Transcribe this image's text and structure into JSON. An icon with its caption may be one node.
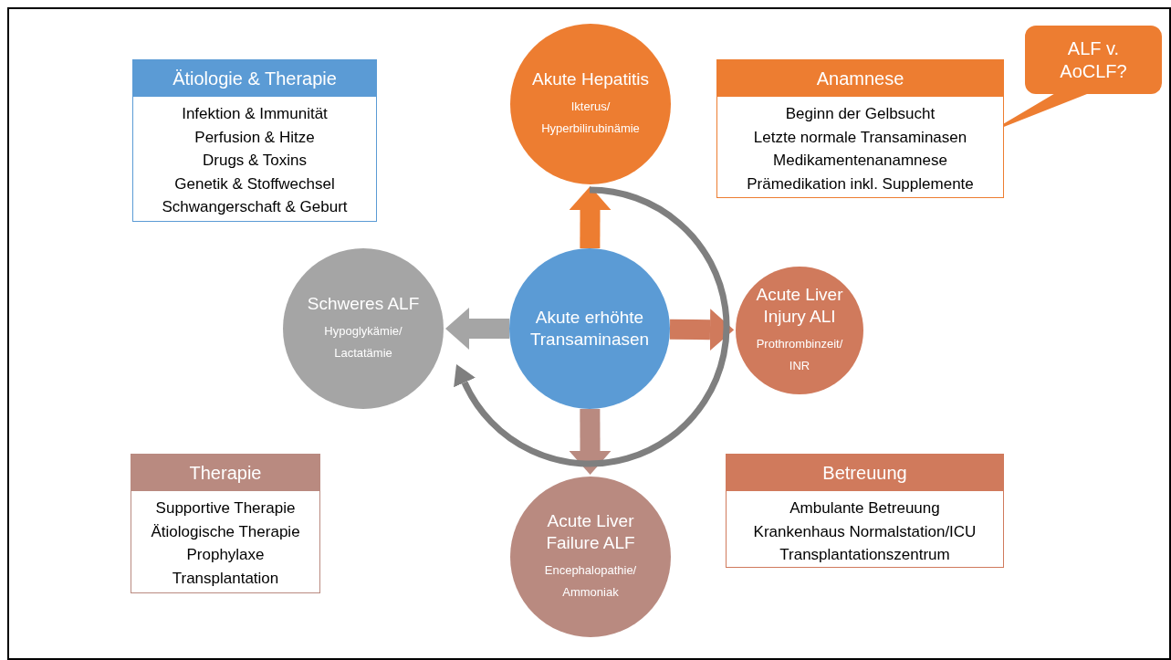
{
  "diagram": {
    "nodes": [
      {
        "text": [
          "Ätiologie & Therapie",
          "Infektion & Immunität",
          "Perfusion & Hitze",
          "Drugs & Toxins",
          "Genetik & Stoffwechsel",
          "Schwangerschaft & Geburt"
        ]
      },
      {
        "text": [
          "Akute Hepatitis",
          "Ikterus/ Hyperbilirubinämie"
        ]
      },
      {
        "text": [
          "Anamnese",
          "Beginn der Gelbsucht",
          "Letzte normale Transaminasen",
          "Medikamentenanamnese",
          "Prämedikation inkl. Supplemente"
        ]
      },
      {
        "text": [
          "ALF v. AoCLF?"
        ]
      },
      {
        "text": [
          "Schweres ALF",
          "Hypoglykämie/ Lactatämie"
        ]
      },
      {
        "text": [
          "Akute erhöhte Transaminasen"
        ]
      },
      {
        "text": [
          "Acute Liver Injury ALI",
          "Prothrombinzeit/ INR"
        ]
      },
      {
        "text": [
          "Therapie",
          "Supportive Therapie",
          "Ätiologische Therapie",
          "Prophylaxe",
          "Transplantation"
        ]
      },
      {
        "text": [
          "Acute Liver Failure ALF",
          "Encephalopathie/ Ammoniak"
        ]
      },
      {
        "text": [
          "Betreuung",
          "Ambulante Betreuung",
          "Krankenhaus Normalstation/ICU",
          "Transplantationszentrum"
        ]
      }
    ],
    "edges": [
      {
        "from": 5,
        "to": 1,
        "arrow": "to",
        "color": "#ed7d31"
      },
      {
        "from": 5,
        "to": 6,
        "arrow": "to",
        "color": "#d07a5c"
      },
      {
        "from": 5,
        "to": 8,
        "arrow": "to",
        "color": "#b98a80"
      },
      {
        "from": 5,
        "to": 4,
        "arrow": "to",
        "color": "#a5a5a5"
      },
      {
        "from": 1,
        "to": 4,
        "arrow": "to",
        "color": "#7f7f7f"
      },
      {
        "from": 3,
        "to": 2,
        "arrow": "none",
        "color": "#ed7d31"
      }
    ]
  }
}
